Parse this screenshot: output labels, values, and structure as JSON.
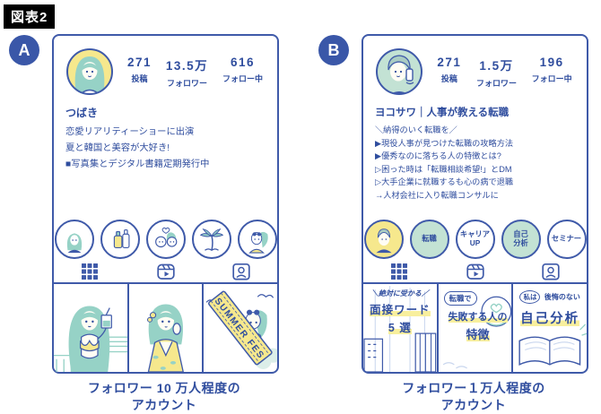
{
  "figure_label": "図表2",
  "colors": {
    "outline": "#3f5aa9",
    "ink": "#2f4d9e",
    "badge": "#3a57a8",
    "yellow": "#f6e88d",
    "teal": "#96d2c6",
    "mint": "#c3e2d4",
    "marker": "#f8ef9d",
    "label-bg": "#000000"
  },
  "panel_a": {
    "badge": "A",
    "stats": [
      {
        "value": "271",
        "label": "投稿"
      },
      {
        "value": "13.5万",
        "label": "フォロワー"
      },
      {
        "value": "616",
        "label": "フォロー中"
      }
    ],
    "profile_name": "つばき",
    "bio_lines": [
      "恋愛リアリティーショーに出演",
      "夏と韓国と美容が大好き!",
      "■写真集とデジタル書籍定期発行中"
    ],
    "highlight_icons": [
      "woman-portrait",
      "cosmetics",
      "couple",
      "palm-tree",
      "beach-woman"
    ],
    "thumbnail_icons": [
      "pool-bikini-woman",
      "kimono-woman",
      "summer-fes-banner-woman"
    ],
    "banner_text": "SUMMER FES",
    "caption": [
      "フォロワー 10 万人程度の",
      "アカウント"
    ]
  },
  "panel_b": {
    "badge": "B",
    "stats": [
      {
        "value": "271",
        "label": "投稿"
      },
      {
        "value": "1.5万",
        "label": "フォロワー"
      },
      {
        "value": "196",
        "label": "フォロー中"
      }
    ],
    "profile_name": "ヨコサワ｜人事が教える転職",
    "bio_lines": [
      "＼納得のいく転職を／",
      "▶現役人事が見つけた転職の攻略方法",
      "▶優秀なのに落ちる人の特徴とは?",
      "▷困った時は「転職相談希望!」とDM",
      "▷大手企業に就職するも心の病で退職",
      "→人材会社に入り転職コンサルに"
    ],
    "highlights": [
      {
        "icon": "man-portrait",
        "lines": []
      },
      {
        "lines": [
          "転職"
        ]
      },
      {
        "lines": [
          "キャリア",
          "UP"
        ]
      },
      {
        "lines": [
          "自己",
          "分析"
        ]
      },
      {
        "lines": [
          "セミナー"
        ]
      }
    ],
    "thumbnails": [
      {
        "top": "＼絶対に受かる／",
        "line1": "面接ワード",
        "line2": "5 選"
      },
      {
        "bubble": "転職で",
        "line1": "失敗する人の",
        "line2": "特徴"
      },
      {
        "bubble": "私は",
        "top": "後悔のない",
        "line1": "自己分析"
      }
    ],
    "caption": [
      "フォロワー１万人程度の",
      "アカウント"
    ]
  }
}
